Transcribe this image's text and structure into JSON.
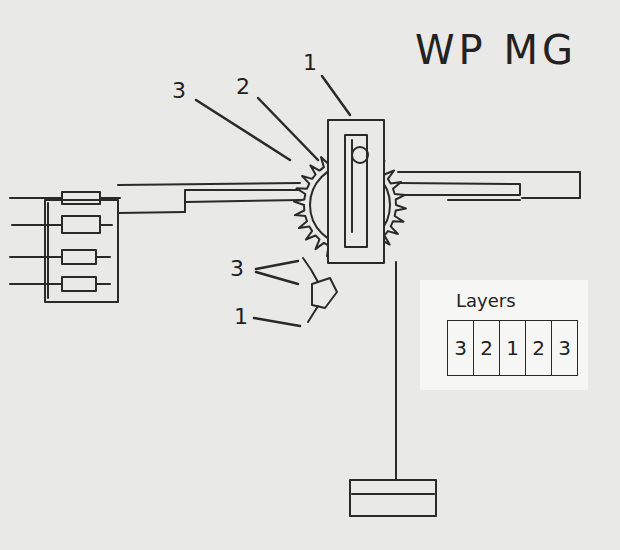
{
  "diagram": {
    "title": "WP MG",
    "nodes": [
      {
        "text": [
          "Layers"
        ]
      },
      {
        "text": [
          "3"
        ],
        "in": 0
      },
      {
        "text": [
          "2"
        ],
        "in": 0
      },
      {
        "text": [
          "1"
        ],
        "in": 0
      },
      {
        "text": [
          "2"
        ],
        "in": 0
      },
      {
        "text": [
          "3"
        ],
        "in": 0
      }
    ],
    "labels": [
      "3",
      "2",
      "1",
      "3",
      "1"
    ]
  }
}
